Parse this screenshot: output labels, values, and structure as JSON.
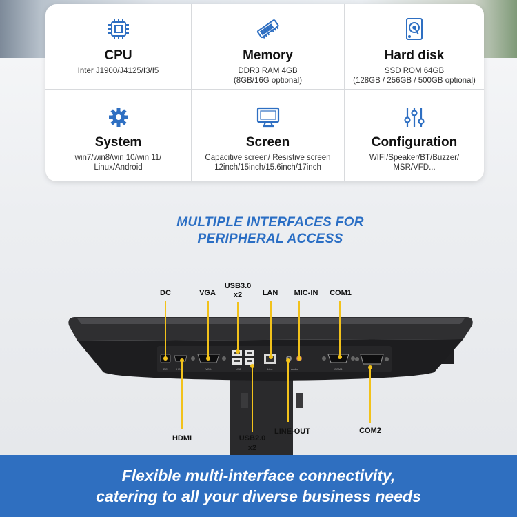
{
  "specs": {
    "cpu": {
      "icon": "cpu-icon",
      "title": "CPU",
      "desc": [
        "Inter J1900/J4125/I3/I5"
      ]
    },
    "memory": {
      "icon": "memory-icon",
      "title": "Memory",
      "desc": [
        "DDR3 RAM 4GB",
        "(8GB/16G optional)"
      ]
    },
    "hard_disk": {
      "icon": "hard-disk-icon",
      "title": "Hard disk",
      "desc": [
        "SSD ROM 64GB",
        "(128GB / 256GB / 500GB optional)"
      ]
    },
    "system": {
      "icon": "gear-icon",
      "title": "System",
      "desc": [
        "win7/win8/win 10/win 11/",
        "Linux/Android"
      ]
    },
    "screen": {
      "icon": "monitor-icon",
      "title": "Screen",
      "desc": [
        "Capacitive screen/ Resistive screen",
        "12inch/15inch/15.6inch/17inch"
      ]
    },
    "configuration": {
      "icon": "sliders-icon",
      "title": "Configuration",
      "desc": [
        "WIFI/Speaker/BT/Buzzer/",
        "MSR/VFD..."
      ]
    }
  },
  "headline": {
    "line1": "MULTIPLE INTERFACES FOR",
    "line2": "PERIPHERAL ACCESS"
  },
  "ports": {
    "dc": "DC",
    "vga": "VGA",
    "usb30": [
      "USB3.0",
      "x2"
    ],
    "lan": "LAN",
    "mic_in": "MIC-IN",
    "com1": "COM1",
    "hdmi": "HDMI",
    "usb20": [
      "USB2.0",
      "x2"
    ],
    "line_out": "LINE-OUT",
    "com2": "COM2"
  },
  "panel_labels": {
    "dc": "DC",
    "hdmi": "HDMI",
    "vga": "VGA",
    "usb": "USB",
    "line": "Line",
    "audio": "Audio",
    "com1": "COM1"
  },
  "tagline": {
    "line1": "Flexible multi-interface connectivity,",
    "line2": "catering to all your diverse business needs"
  },
  "colors": {
    "accent_blue": "#2a6ec4",
    "band_blue": "#2f6fc0",
    "lead_yellow": "#f2c21b",
    "icon_blue": "#2e6fc2"
  }
}
